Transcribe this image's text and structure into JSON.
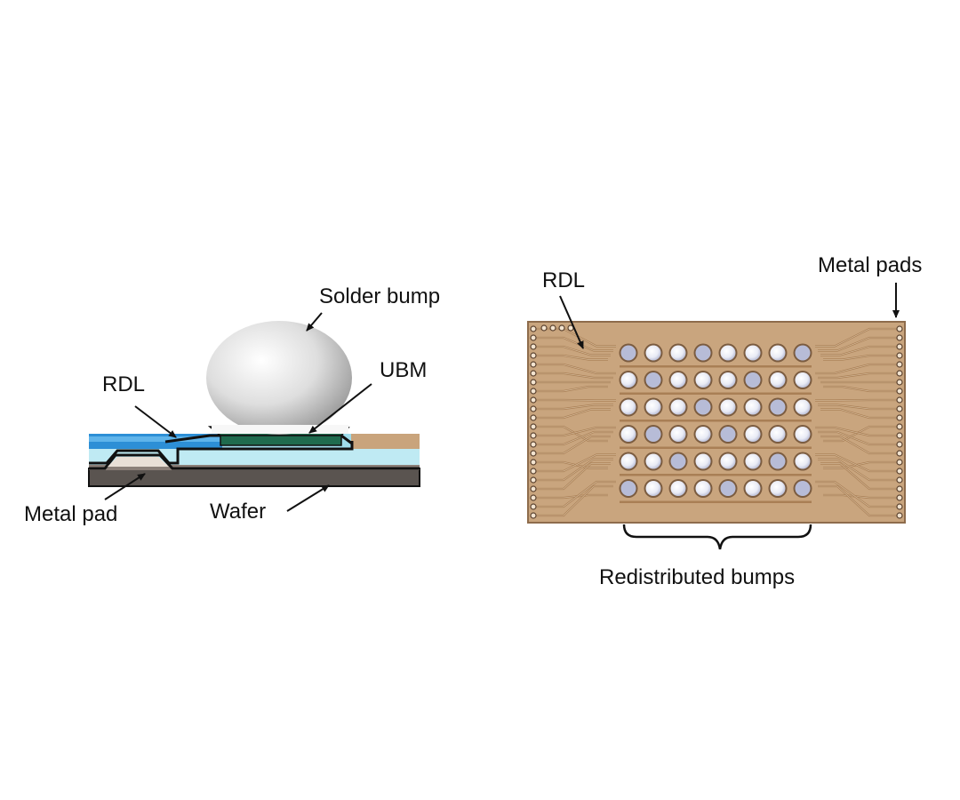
{
  "cross_section": {
    "labels": {
      "solder_bump": "Solder bump",
      "ubm": "UBM",
      "rdl": "RDL",
      "metal_pad": "Metal pad",
      "wafer": "Wafer"
    }
  },
  "top_view": {
    "labels": {
      "rdl": "RDL",
      "metal_pads": "Metal pads",
      "redistributed_bumps": "Redistributed bumps"
    },
    "bump_grid": {
      "rows": 6,
      "cols": 8
    }
  },
  "colors": {
    "substrate": "#c9a57e",
    "trace": "#a97f55",
    "trace_light": "#e6cfb0",
    "bump": "#f5f6fb",
    "bump_shade": "#b7bcd7",
    "rdl_blue": "#2d8fd6",
    "passivation_cyan": "#bfeaf3",
    "ubm_green": "#1f6b4e",
    "wafer_gray": "#5a5450",
    "label_text": "#111111"
  }
}
